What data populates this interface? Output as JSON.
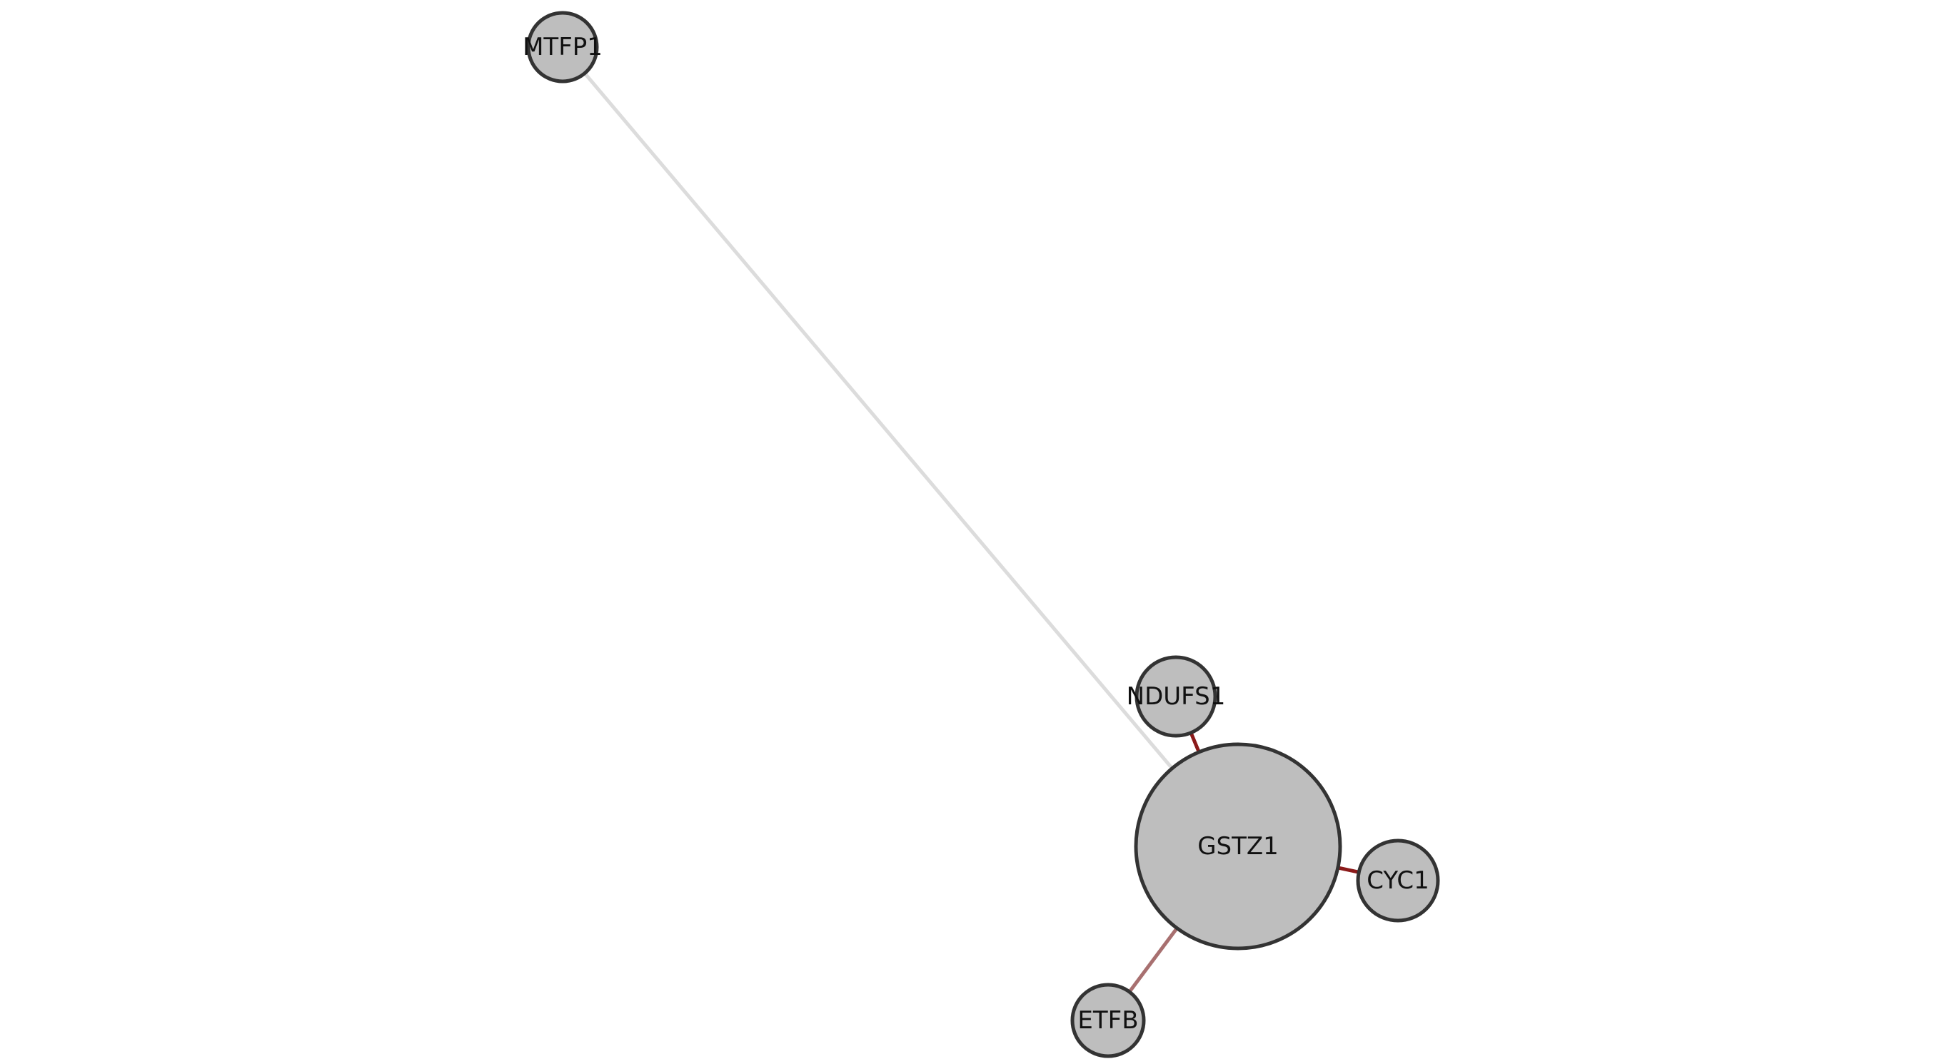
{
  "network": {
    "nodes": [
      {
        "id": "MTFP1",
        "label": "MTFP1"
      },
      {
        "id": "NDUFS1",
        "label": "NDUFS1"
      },
      {
        "id": "GSTZ1",
        "label": "GSTZ1"
      },
      {
        "id": "CYC1",
        "label": "CYC1"
      },
      {
        "id": "ETFB",
        "label": "ETFB"
      }
    ],
    "edges": [
      {
        "source": "GSTZ1",
        "target": "MTFP1",
        "color": "#dcdcdc"
      },
      {
        "source": "GSTZ1",
        "target": "NDUFS1",
        "color": "#8b1a1a"
      },
      {
        "source": "GSTZ1",
        "target": "CYC1",
        "color": "#8b1a1a"
      },
      {
        "source": "GSTZ1",
        "target": "ETFB",
        "color": "#a87070"
      }
    ],
    "colors": {
      "node_fill": "#bebebe",
      "node_stroke": "#333333",
      "background": "#ffffff"
    }
  }
}
